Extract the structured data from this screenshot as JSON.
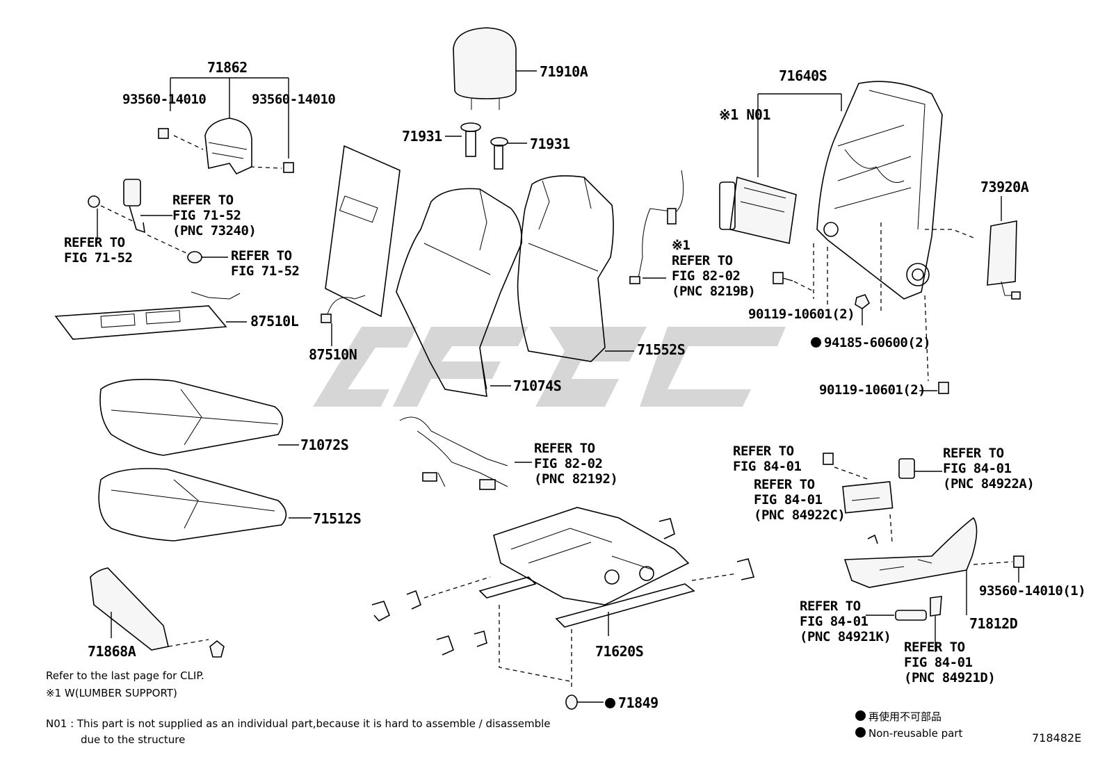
{
  "callouts": {
    "p71862": "71862",
    "p93560_l": "93560-14010",
    "p93560_r": "93560-14010",
    "refer7152_a1": "REFER TO",
    "refer7152_a2": "FIG 71-52",
    "refer7152_a3": "(PNC 73240)",
    "refer7152_b1": "REFER TO",
    "refer7152_b2": "FIG 71-52",
    "refer7152_c1": "REFER TO",
    "refer7152_c2": "FIG 71-52",
    "p87510L": "87510L",
    "p87510N": "87510N",
    "p71910A": "71910A",
    "p71931_l": "71931",
    "p71931_r": "71931",
    "p71074S": "71074S",
    "p71552S": "71552S",
    "p71072S": "71072S",
    "p71512S": "71512S",
    "p71868A": "71868A",
    "p71620S": "71620S",
    "p71849": "71849",
    "refer8202_a1": "REFER TO",
    "refer8202_a2": "FIG 82-02",
    "refer8202_a3": "(PNC 82192)",
    "x1": "※1",
    "refer8202_b1": "REFER TO",
    "refer8202_b2": "FIG 82-02",
    "refer8202_b3": "(PNC 8219B)",
    "p71640S": "71640S",
    "n01": "※1 N01",
    "p73920A": "73920A",
    "p90119_a": "90119-10601(2)",
    "p94185": "94185-60600(2)",
    "p90119_b": "90119-10601(2)",
    "refer8401_a1": "REFER TO",
    "refer8401_a2": "FIG 84-01",
    "refer8401_b1": "REFER TO",
    "refer8401_b2": "FIG 84-01",
    "refer8401_b3": "(PNC 84922C)",
    "refer8401_c1": "REFER TO",
    "refer8401_c2": "FIG 84-01",
    "refer8401_c3": "(PNC 84922A)",
    "p93560_1": "93560-14010(1)",
    "p71812D": "71812D",
    "refer8401_d1": "REFER TO",
    "refer8401_d2": "FIG 84-01",
    "refer8401_d3": "(PNC 84921K)",
    "refer8401_e1": "REFER TO",
    "refer8401_e2": "FIG 84-01",
    "refer8401_e3": "(PNC 84921D)"
  },
  "notes": {
    "clip": "Refer to the last page for CLIP.",
    "lumber": "※1 W(LUMBER  SUPPORT)",
    "n01_line1": "N01 : This part is not supplied as an individual part,because it is hard to assemble / disassemble",
    "n01_line2": "due to the structure",
    "legend_jp": "再使用不可部品",
    "legend_en": "Non-reusable part",
    "figure_id": "718482E"
  },
  "colors": {
    "ink": "#000000",
    "watermark": "#c8c8c8"
  },
  "icons": {
    "non_reusable": "filled-circle-icon"
  }
}
